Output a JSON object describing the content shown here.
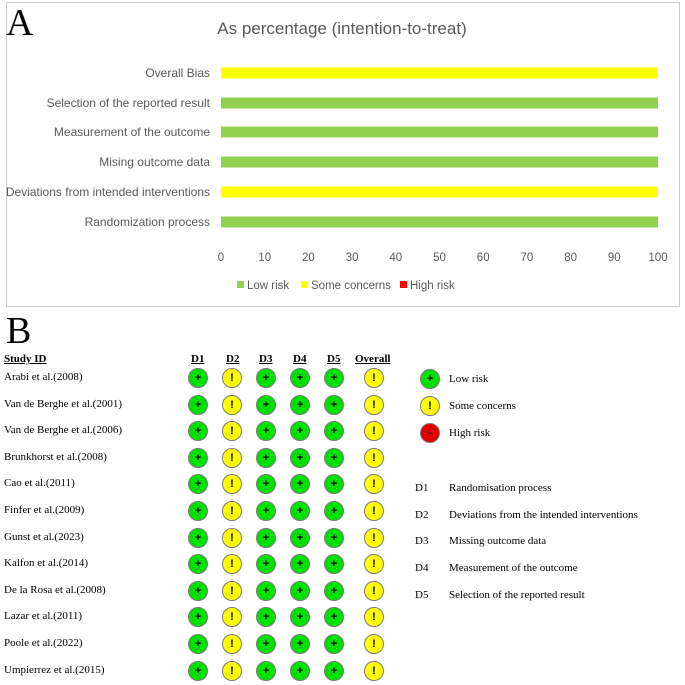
{
  "panel_a": {
    "letter": "A",
    "colors": {
      "low": "#92D050",
      "some": "#FFFF00",
      "high": "#FF0000"
    },
    "chart_data": {
      "type": "bar",
      "orientation": "horizontal",
      "stacked": true,
      "title": "As percentage (intention-to-treat)",
      "categories": [
        "Overall Bias",
        "Selection of the reported result",
        "Measurement of the outcome",
        "Mising outcome data",
        "Deviations from intended interventions",
        "Randomization process"
      ],
      "series": [
        {
          "name": "Low risk",
          "values": [
            0,
            100,
            100,
            100,
            0,
            100
          ]
        },
        {
          "name": "Some concerns",
          "values": [
            100,
            0,
            0,
            0,
            100,
            0
          ]
        },
        {
          "name": "High risk",
          "values": [
            0,
            0,
            0,
            0,
            0,
            0
          ]
        }
      ],
      "xlim": [
        0,
        100
      ],
      "xticks": [
        "0",
        "10",
        "20",
        "30",
        "40",
        "50",
        "60",
        "70",
        "80",
        "90",
        "100"
      ],
      "grid": false,
      "legend_position": "bottom"
    }
  },
  "panel_b": {
    "letter": "B",
    "headers": {
      "study": "Study ID",
      "domains": [
        "D1",
        "D2",
        "D3",
        "D4",
        "D5"
      ],
      "overall": "Overall"
    },
    "symbols": {
      "low": "+",
      "some": "!",
      "high": "-"
    },
    "colors": {
      "low": "#00E000",
      "some": "#FFFF00",
      "high": "#E00000"
    },
    "studies": [
      {
        "name": "Arabi et al.(2008)",
        "ratings": [
          "low",
          "some",
          "low",
          "low",
          "low",
          "some"
        ]
      },
      {
        "name": "Van de Berghe et al.(2001)",
        "ratings": [
          "low",
          "some",
          "low",
          "low",
          "low",
          "some"
        ]
      },
      {
        "name": "Van de Berghe et al.(2006)",
        "ratings": [
          "low",
          "some",
          "low",
          "low",
          "low",
          "some"
        ]
      },
      {
        "name": "Brunkhorst et al.(2008)",
        "ratings": [
          "low",
          "some",
          "low",
          "low",
          "low",
          "some"
        ]
      },
      {
        "name": "Cao et al.(2011)",
        "ratings": [
          "low",
          "some",
          "low",
          "low",
          "low",
          "some"
        ]
      },
      {
        "name": "Finfer et al.(2009)",
        "ratings": [
          "low",
          "some",
          "low",
          "low",
          "low",
          "some"
        ]
      },
      {
        "name": "Gunst et al.(2023)",
        "ratings": [
          "low",
          "some",
          "low",
          "low",
          "low",
          "some"
        ]
      },
      {
        "name": "Kalfon et al.(2014)",
        "ratings": [
          "low",
          "some",
          "low",
          "low",
          "low",
          "some"
        ]
      },
      {
        "name": "De la Rosa et al.(2008)",
        "ratings": [
          "low",
          "some",
          "low",
          "low",
          "low",
          "some"
        ]
      },
      {
        "name": "Lazar et al.(2011)",
        "ratings": [
          "low",
          "some",
          "low",
          "low",
          "low",
          "some"
        ]
      },
      {
        "name": "Poole et al.(2022)",
        "ratings": [
          "low",
          "some",
          "low",
          "low",
          "low",
          "some"
        ]
      },
      {
        "name": "Umpierrez et al.(2015)",
        "ratings": [
          "low",
          "some",
          "low",
          "low",
          "low",
          "some"
        ]
      }
    ],
    "legend": [
      {
        "key": "low",
        "label": "Low risk"
      },
      {
        "key": "some",
        "label": "Some concerns"
      },
      {
        "key": "high",
        "label": "High risk"
      }
    ],
    "domain_key": [
      {
        "code": "D1",
        "description": "Randomisation process"
      },
      {
        "code": "D2",
        "description": "Deviations from the intended interventions"
      },
      {
        "code": "D3",
        "description": "Missing outcome data"
      },
      {
        "code": "D4",
        "description": "Measurement of the outcome"
      },
      {
        "code": "D5",
        "description": "Selection of the reported result"
      }
    ]
  }
}
